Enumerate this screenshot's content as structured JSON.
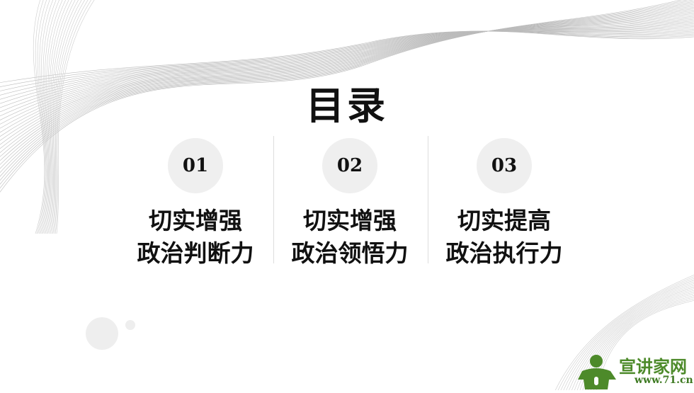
{
  "title": "目录",
  "items": [
    {
      "number": "01",
      "line1": "切实增强",
      "line2": "政治判断力"
    },
    {
      "number": "02",
      "line1": "切实增强",
      "line2": "政治领悟力"
    },
    {
      "number": "03",
      "line1": "切实提高",
      "line2": "政治执行力"
    }
  ],
  "watermark": {
    "name": "宣讲家网",
    "url": "www.71.cn",
    "color": "#4d8a2a"
  }
}
